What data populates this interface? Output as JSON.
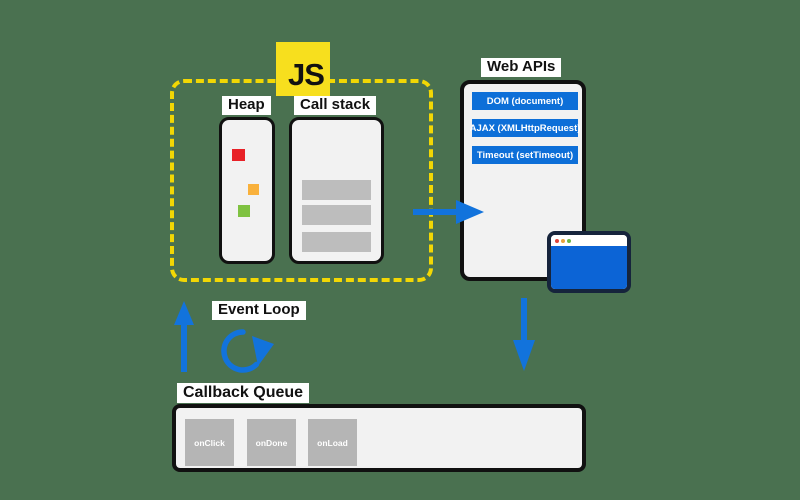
{
  "js_logo": {
    "label": "JS"
  },
  "heap": {
    "label": "Heap"
  },
  "call_stack": {
    "label": "Call stack",
    "frame_count": 3
  },
  "web_apis": {
    "label": "Web APIs",
    "items": [
      "DOM (document)",
      "AJAX (XMLHttpRequest)",
      "Timeout (setTimeout)"
    ]
  },
  "event_loop": {
    "label": "Event Loop"
  },
  "callback_queue": {
    "label": "Callback Queue",
    "items": [
      "onClick",
      "onDone",
      "onLoad"
    ]
  },
  "colors": {
    "background": "#4A7150",
    "js_yellow": "#F7DF1E",
    "dashed_border_yellow": "#F2D704",
    "api_button_blue": "#0D6FD8",
    "arrow_blue": "#1273DC",
    "browser_border_navy": "#16243C",
    "browser_body_blue": "#0C64D6",
    "panel_gray": "#F2F2F2",
    "stack_frame_gray": "#BDBDBD",
    "callback_square_gray": "#B5B5B5",
    "heap_object_red": "#E82127",
    "heap_object_orange": "#F9B13C",
    "heap_object_green": "#7FC241"
  }
}
